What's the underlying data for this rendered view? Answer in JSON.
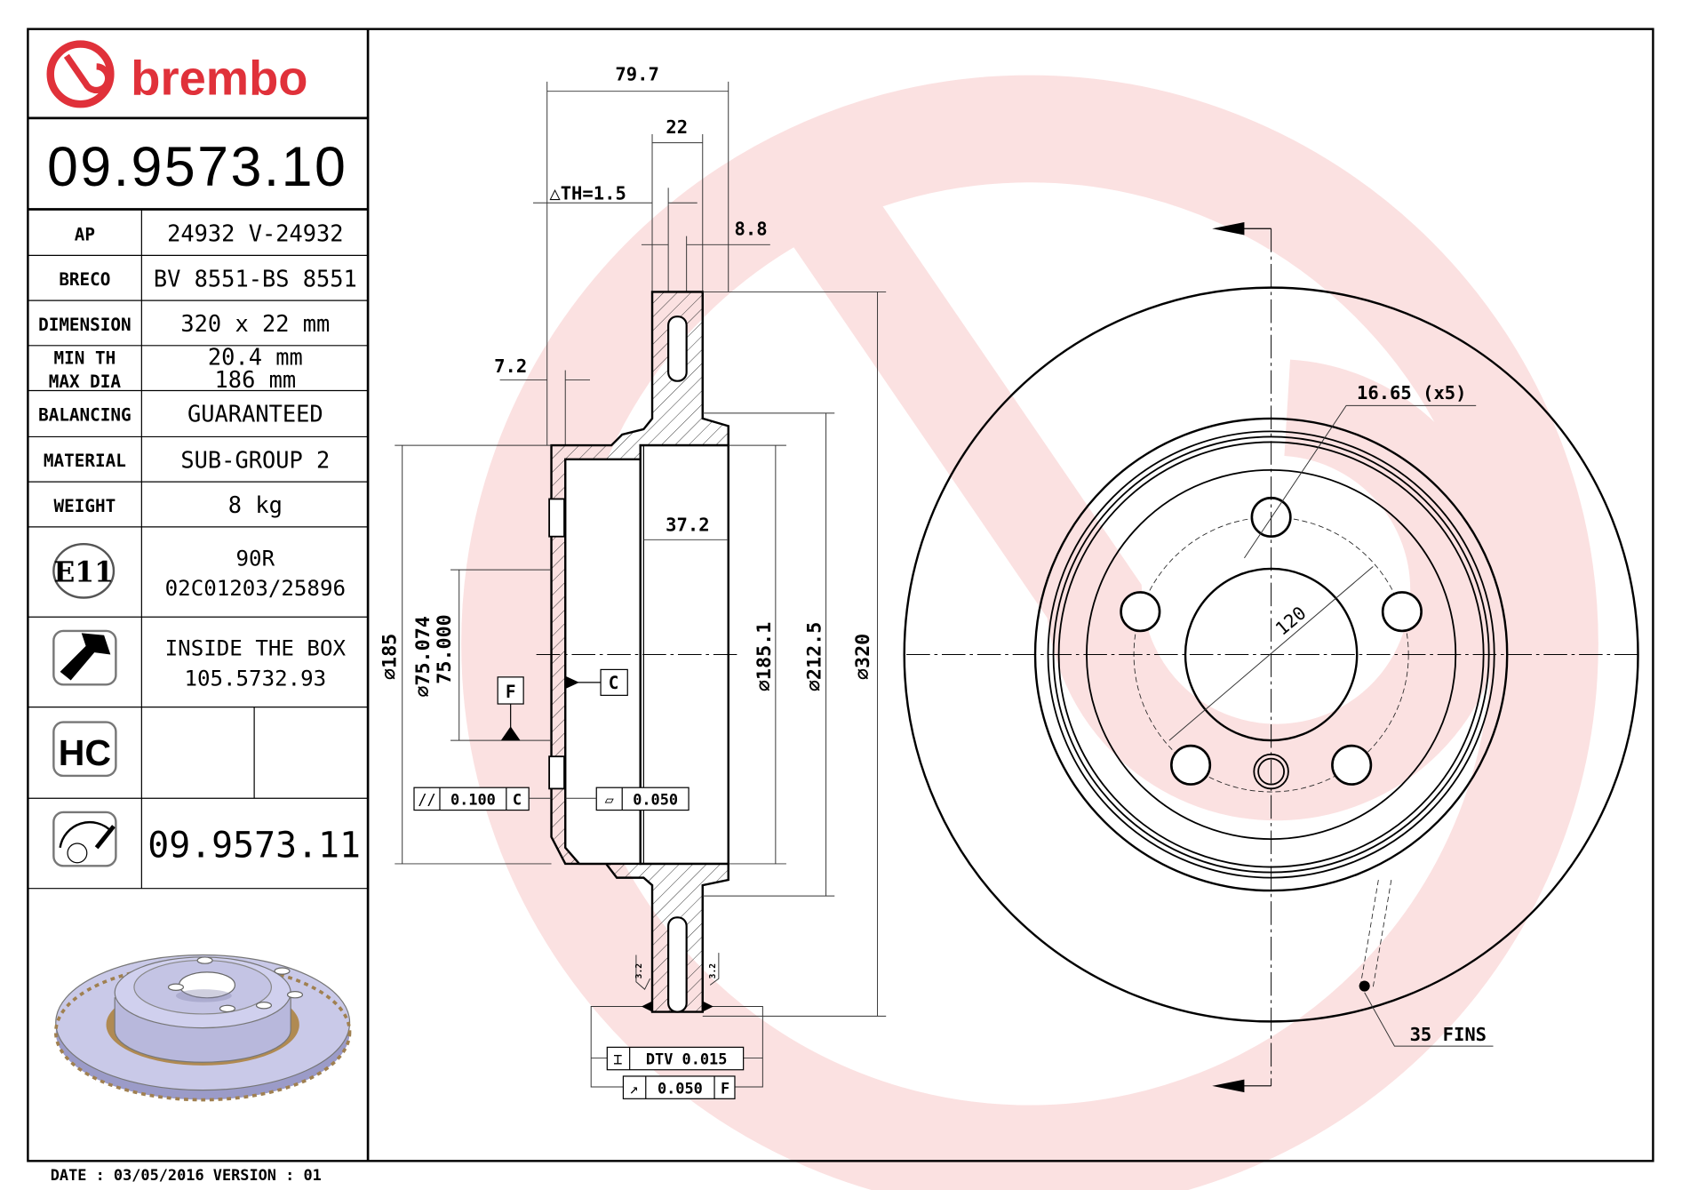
{
  "brand": {
    "name": "brembo",
    "color": "#e0313a",
    "watermark_color": "#fbe1e1"
  },
  "part_number": "09.9573.10",
  "specs": [
    {
      "label": "AP",
      "value": "24932 V-24932"
    },
    {
      "label": "BRECO",
      "value": "BV 8551-BS 8551"
    },
    {
      "label": "DIMENSION",
      "value": "320 x 22 mm"
    },
    {
      "label": "MIN TH",
      "label2": "MAX DIA",
      "value": "20.4 mm",
      "value2": "186 mm"
    },
    {
      "label": "BALANCING",
      "value": "GUARANTEED"
    },
    {
      "label": "MATERIAL",
      "value": "SUB-GROUP 2"
    },
    {
      "label": "WEIGHT",
      "value": "8 kg"
    }
  ],
  "approval": {
    "icon": "e11-approval-icon",
    "badge": "E11",
    "line1": "90R",
    "line2": "02C01203/25896"
  },
  "screw": {
    "icon": "screw-icon",
    "line1": "INSIDE THE BOX",
    "line2": "105.5732.93"
  },
  "hc": {
    "icon": "hc-icon",
    "badge": "HC"
  },
  "kit": {
    "icon": "disc-kit-icon",
    "part_number": "09.9573.11"
  },
  "footer": {
    "date_text": "DATE : 03/05/2016 VERSION : 01"
  },
  "section_view": {
    "dim_overall": "79.7",
    "dim_thickness": "22",
    "dim_th": "△TH=1.5",
    "dim_88": "8.8",
    "dim_72": "7.2",
    "dim_372": "37.2",
    "dia_185": "⌀185",
    "dia_75a": "⌀75.074",
    "dia_75b": "75.000",
    "dia_1851": "⌀185.1",
    "dia_2125": "⌀212.5",
    "dia_320": "⌀320",
    "datum_f": "F",
    "datum_c": "C",
    "tol_parallel": {
      "symbol": "//",
      "value": "0.100",
      "datum": "C"
    },
    "tol_flat": {
      "symbol": "▱",
      "value": "0.050"
    },
    "roughness": "3.2",
    "tol_dtv": {
      "symbol": "⌶",
      "value": "DTV 0.015"
    },
    "tol_runout": {
      "symbol": "↗",
      "value": "0.050",
      "datum": "F"
    }
  },
  "front_view": {
    "bolt_hole": "16.65 (x5)",
    "pcd": "120",
    "fins": "35 FINS"
  }
}
